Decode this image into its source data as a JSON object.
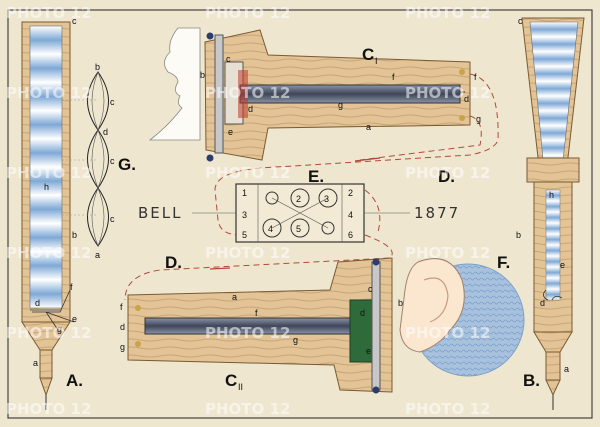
{
  "figure": {
    "heading_left": "BELL",
    "heading_right": "1877",
    "panel_labels": {
      "A": "A.",
      "B": "B.",
      "C1_main": "C",
      "C1_sub": "I",
      "C2_main": "C",
      "C2_sub": "II",
      "D_top": "D.",
      "D_left": "D.",
      "E": "E.",
      "F": "F.",
      "G": "G."
    },
    "letters": {
      "a": "a",
      "b": "b",
      "c": "c",
      "d": "d",
      "e": "e",
      "f": "f",
      "g": "g",
      "h": "h"
    },
    "switch_numbers": [
      "1",
      "2",
      "3",
      "4",
      "5",
      "6"
    ],
    "switch_circles": [
      "2",
      "3",
      "4",
      "5"
    ],
    "watermark": "PHOTO 12"
  }
}
